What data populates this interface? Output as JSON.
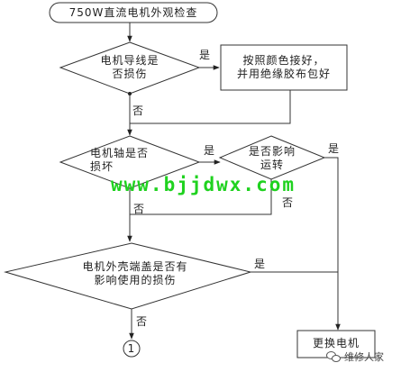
{
  "diagram": {
    "start_label": "750W直流电机外观检查",
    "decisions": {
      "wire_damaged": "电机导线是\n否损伤",
      "shaft_damaged": "电机轴是否\n损坏",
      "affects_rotation": "是否影响\n运转",
      "housing_damaged": "电机外壳端盖是否有\n影响使用的损伤"
    },
    "actions": {
      "wrap_wire": "按照颜色接好，\n并用绝缘胶布包好",
      "replace_motor": "更换电机"
    },
    "connector_label": "1",
    "yes_label": "是",
    "no_label": "否"
  },
  "watermark": "www.bjjdwx.com",
  "wechat_mark": "维修人家"
}
